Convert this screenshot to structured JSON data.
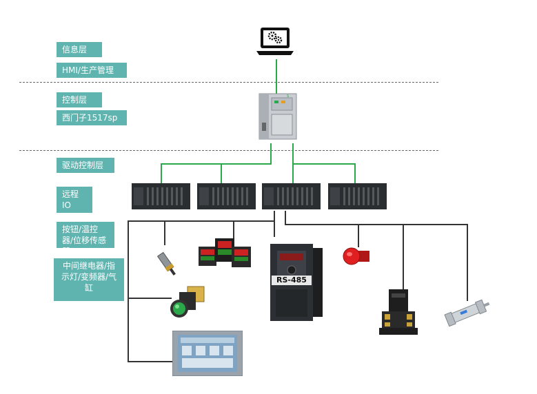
{
  "layers": {
    "info": "信息层",
    "hmi": "HMI/生产管理",
    "control": "控制层",
    "plc": "西门子1517sp",
    "drive": "驱动控制层",
    "remote_io": "远程IO",
    "inputs": "按钮/温控器/位移传感器",
    "outputs": "中间继电器/指示灯/变频器/气缸"
  },
  "devices": {
    "inverter_label": "RS-485"
  },
  "colors": {
    "label_bg": "#5fb4b0",
    "network_line": "#2aa84a",
    "wire_line": "#333333"
  }
}
